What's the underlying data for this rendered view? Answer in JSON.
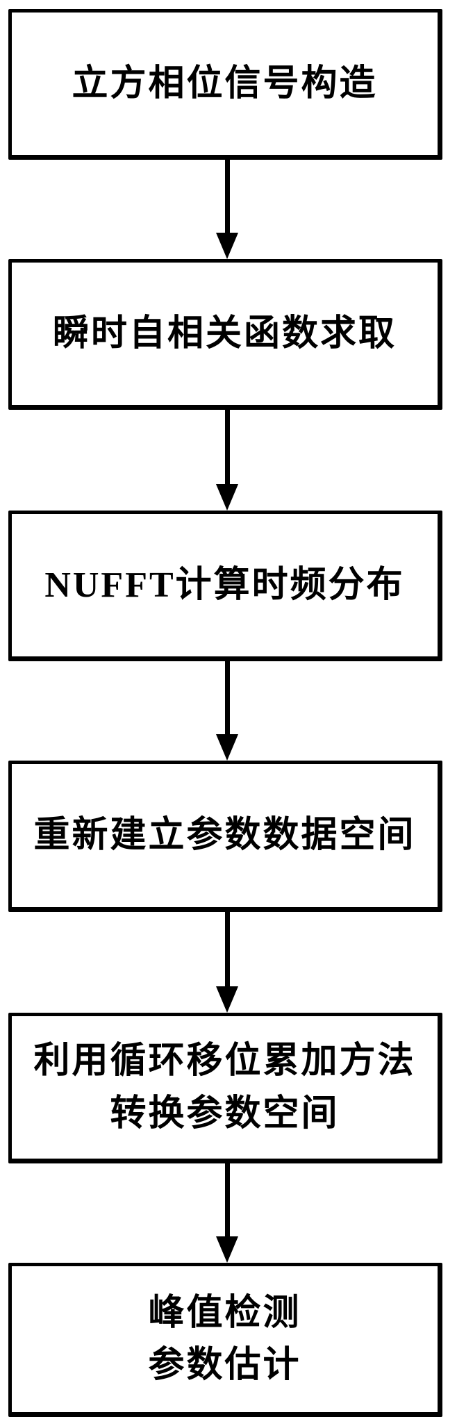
{
  "flowchart": {
    "title": "NUFFT cubic-phase-signal parameter estimation flowchart",
    "colors": {
      "border": "#000000",
      "text": "#000000",
      "background": "#ffffff"
    },
    "boxes": [
      {
        "id": "step-1",
        "lines": [
          "立方相位信号构造"
        ]
      },
      {
        "id": "step-2",
        "lines": [
          "瞬时自相关函数求取"
        ]
      },
      {
        "id": "step-3",
        "lines": [
          "NUFFT计算时频分布"
        ]
      },
      {
        "id": "step-4",
        "lines": [
          "重新建立参数数据空间"
        ]
      },
      {
        "id": "step-5",
        "lines": [
          "利用循环移位累加方法",
          "转换参数空间"
        ]
      },
      {
        "id": "step-6",
        "lines": [
          "峰值检测",
          "参数估计"
        ]
      }
    ]
  }
}
